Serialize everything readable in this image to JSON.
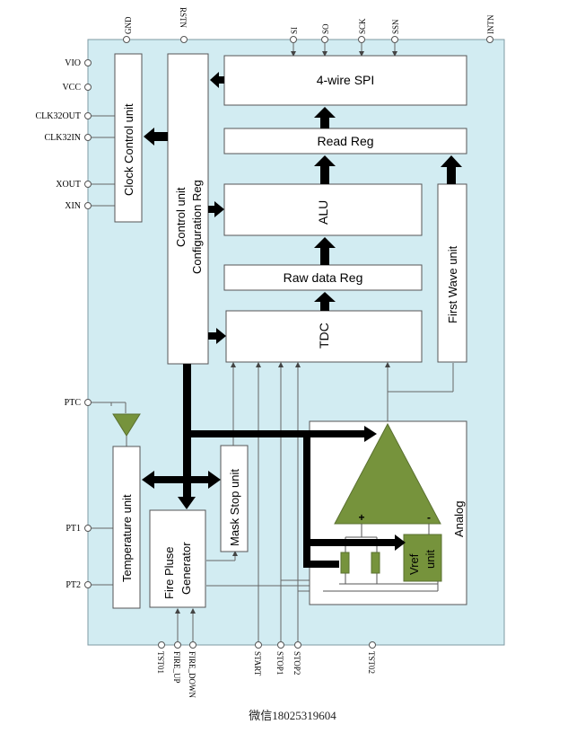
{
  "colors": {
    "chip_bg": "#d2ecf2",
    "chip_border": "#7f9aa3",
    "box_border": "#555555",
    "green": "#76933c",
    "arrow": "#000000"
  },
  "pins_top": [
    "GND",
    "RSTN",
    "SI",
    "SO",
    "SCK",
    "SSN",
    "INTN"
  ],
  "pins_left": [
    "VIO",
    "VCC",
    "CLK32OUT",
    "CLK32IN",
    "XOUT",
    "XIN",
    "PTC",
    "PT1",
    "PT2"
  ],
  "pins_bottom": [
    "TST01",
    "FIRE_UP",
    "FIRE_DOWN",
    "START",
    "STOP1",
    "STOP2",
    "TST02"
  ],
  "blocks": {
    "clock_control": "Clock Control unit",
    "control_unit_line1": "Control unit",
    "control_unit_line2": "Configuration Reg",
    "spi": "4-wire SPI",
    "read_reg": "Read Reg",
    "alu": "ALU",
    "raw_data_reg": "Raw data Reg",
    "tdc": "TDC",
    "first_wave": "First Wave unit",
    "temperature": "Temperature unit",
    "mask_stop": "Mask Stop unit",
    "fire_pulse_line1": "Fire Pluse",
    "fire_pulse_line2": "Generator",
    "analog": "Analog",
    "vref_line1": "Vref",
    "vref_line2": "unit",
    "plus_sign": "+",
    "minus_sign": "-"
  },
  "footer": "微信18025319604"
}
